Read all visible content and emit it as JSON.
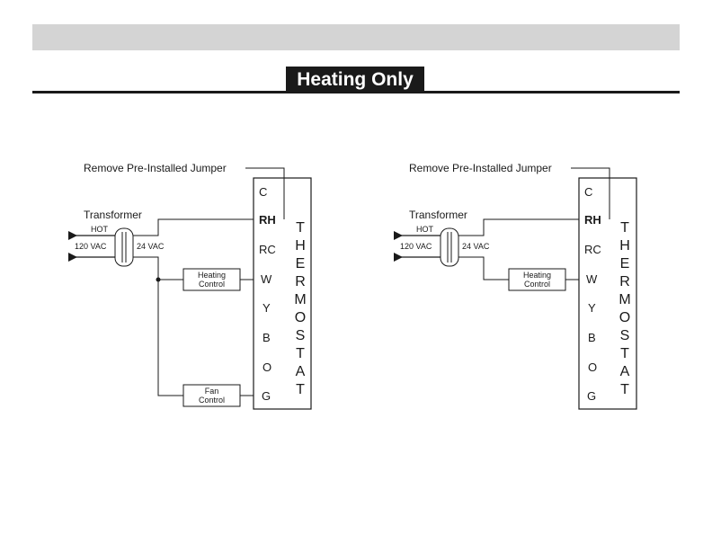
{
  "header": {
    "title": "Heating Only"
  },
  "left_diagram": {
    "jumper_note": "Remove Pre-Installed Jumper",
    "transformer_label": "Transformer",
    "hot_label": "HOT",
    "primary_voltage": "120 VAC",
    "secondary_voltage": "24 VAC",
    "terminals": [
      "C",
      "RH",
      "RC",
      "W",
      "Y",
      "B",
      "O",
      "G"
    ],
    "thermostat_letters": [
      "T",
      "H",
      "E",
      "R",
      "M",
      "O",
      "S",
      "T",
      "A",
      "T"
    ],
    "heating_control": [
      "Heating",
      "Control"
    ],
    "fan_control": [
      "Fan",
      "Control"
    ]
  },
  "right_diagram": {
    "jumper_note": "Remove Pre-Installed Jumper",
    "transformer_label": "Transformer",
    "hot_label": "HOT",
    "primary_voltage": "120 VAC",
    "secondary_voltage": "24 VAC",
    "terminals": [
      "C",
      "RH",
      "RC",
      "W",
      "Y",
      "B",
      "O",
      "G"
    ],
    "thermostat_letters": [
      "T",
      "H",
      "E",
      "R",
      "M",
      "O",
      "S",
      "T",
      "A",
      "T"
    ],
    "heating_control": [
      "Heating",
      "Control"
    ]
  }
}
